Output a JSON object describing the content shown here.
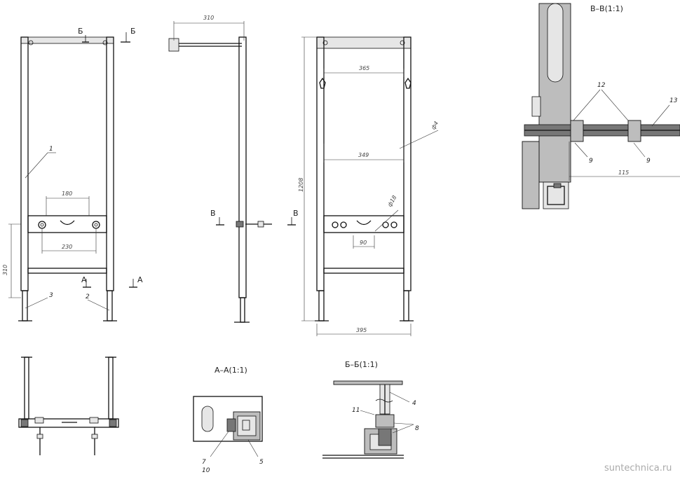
{
  "section_titles": {
    "vv": "В–В(1:1)",
    "aa": "А–А(1:1)",
    "bb": "Б–Б(1:1)"
  },
  "section_marks": {
    "b": "Б",
    "a": "А",
    "v": "В"
  },
  "dimensions": {
    "side_top_width": "310",
    "front_lower_height": "310",
    "front_slot_width": "180",
    "front_holes_spacing": "230",
    "rear_height": "1208",
    "rear_upper_width": "365",
    "rear_mid_width": "349",
    "rear_hole_dia": "ф4",
    "rear_bolt_dia": "ф18",
    "rear_bolt_spacing": "90",
    "rear_total_width": "395",
    "vv_length": "115"
  },
  "callouts": {
    "c1": "1",
    "c2": "2",
    "c3": "3",
    "c4": "4",
    "c5": "5",
    "c7": "7",
    "c8": "8",
    "c9a": "9",
    "c9b": "9",
    "c10": "10",
    "c11": "11",
    "c12": "12",
    "c13": "13"
  },
  "watermark": "suntechnica.ru"
}
